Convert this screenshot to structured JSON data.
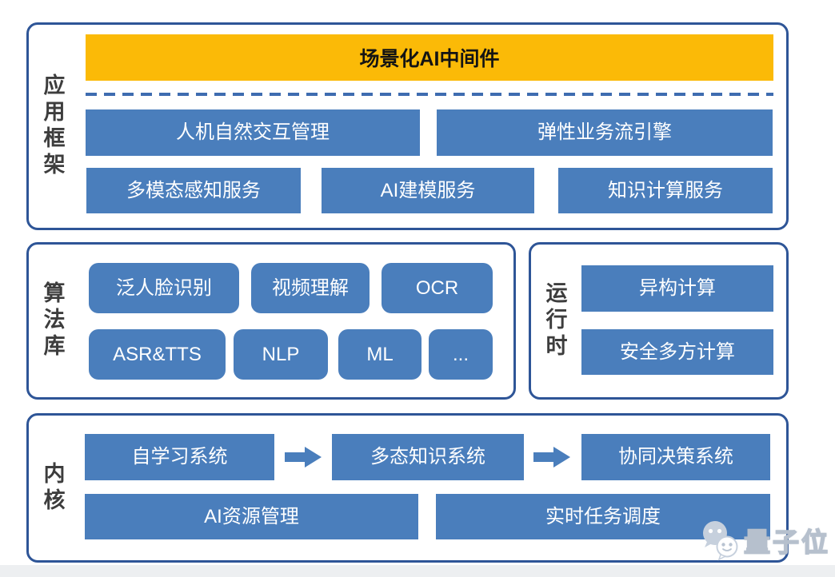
{
  "colors": {
    "box_blue": "#4a7ebc",
    "panel_border": "#2e5597",
    "dash_blue": "#3e6cb0",
    "bar_yellow": "#fbba07",
    "label_dark": "#3d3d3d"
  },
  "sections": {
    "app_framework": {
      "label": "应用框架",
      "middleware_bar": "场景化AI中间件",
      "row_management": [
        "人机自然交互管理",
        "弹性业务流引擎"
      ],
      "row_services": [
        "多模态感知服务",
        "AI建模服务",
        "知识计算服务"
      ]
    },
    "algorithm_library": {
      "label": "算法库",
      "row1": [
        "泛人脸识别",
        "视频理解",
        "OCR"
      ],
      "row2": [
        "ASR&TTS",
        "NLP",
        "ML",
        "..."
      ]
    },
    "runtime": {
      "label": "运行时",
      "items": [
        "异构计算",
        "安全多方计算"
      ]
    },
    "kernel": {
      "label": "内核",
      "flow": [
        "自学习系统",
        "多态知识系统",
        "协同决策系统"
      ],
      "row2": [
        "AI资源管理",
        "实时任务调度"
      ]
    }
  },
  "watermark": {
    "text": "量子位",
    "icon": "wechat-chat-bubbles-icon"
  }
}
